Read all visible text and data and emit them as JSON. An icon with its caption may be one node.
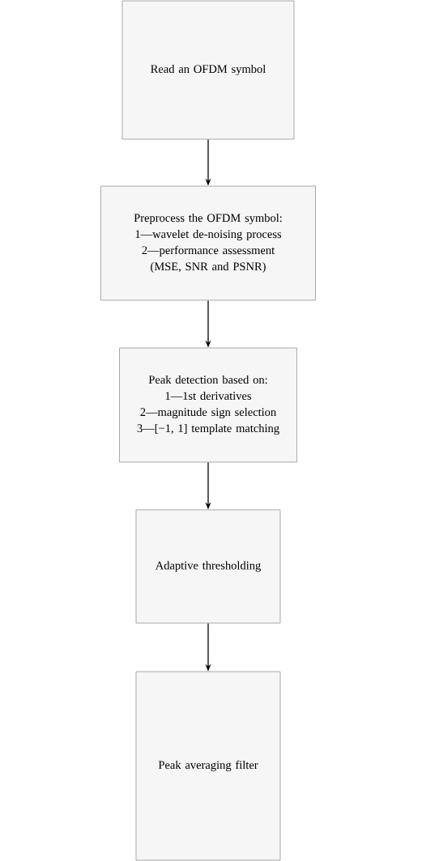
{
  "diagram": {
    "nodes": [
      {
        "text": [
          "Read an OFDM symbol"
        ]
      },
      {
        "text": [
          "Preprocess the OFDM symbol:",
          "1—wavelet de-noising process",
          "2—performance assessment (MSE, SNR and PSNR)"
        ]
      },
      {
        "text": [
          "Peak detection based on:",
          "1—1st derivatives",
          "2—magnitude sign selection",
          "3—[−1, 1] template matching"
        ]
      },
      {
        "text": [
          "Adaptive thresholding"
        ]
      },
      {
        "text": [
          "Peak averaging filter"
        ]
      }
    ],
    "edges": [
      {
        "from": 0,
        "to": 1,
        "arrow": "to"
      },
      {
        "from": 1,
        "to": 2,
        "arrow": "to"
      },
      {
        "from": 2,
        "to": 3,
        "arrow": "to"
      },
      {
        "from": 3,
        "to": 4,
        "arrow": "to"
      }
    ]
  }
}
